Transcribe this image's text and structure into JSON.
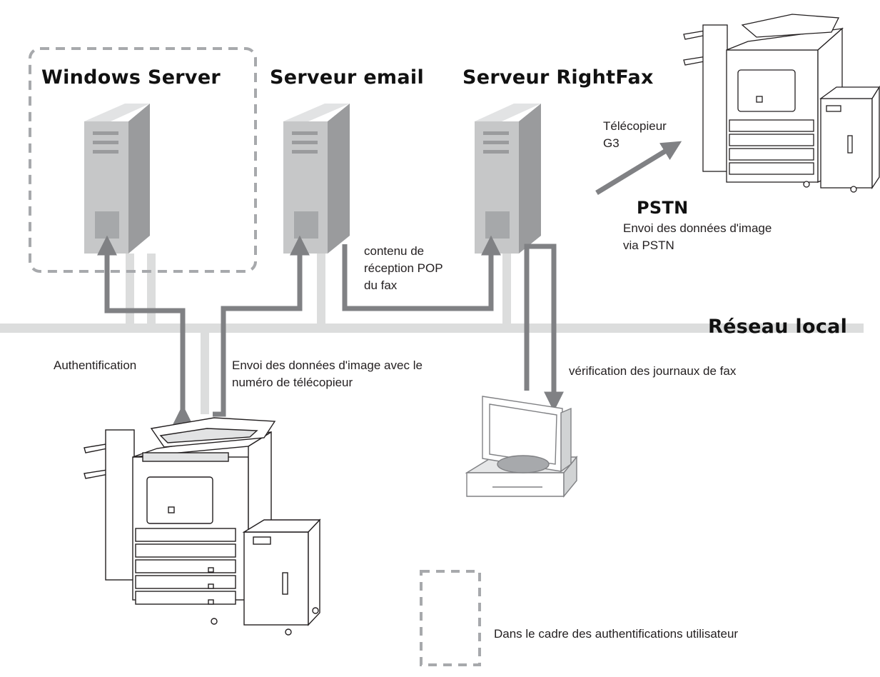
{
  "servers": {
    "windows": "Windows Server",
    "email": "Serveur email",
    "rightfax": "Serveur RightFax"
  },
  "labels": {
    "g3_fax": "Télécopieur\nG3",
    "pstn_title": "PSTN",
    "pstn_desc": "Envoi des données d'image\nvia PSTN",
    "pop": "contenu de\nréception POP\ndu fax",
    "lan": "Réseau local",
    "auth": "Authentification",
    "send_image": "Envoi des données d'image avec le\nnuméro de télécopieur",
    "log_check": "vérification des journaux de fax",
    "legend": "Dans le cadre des authentifications utilisateur"
  },
  "colors": {
    "arrow": "#808184",
    "network": "#dcdddd",
    "server_light": "#c6c7c8",
    "server_dark": "#9a9b9d",
    "dashed": "#a7a9ac"
  }
}
